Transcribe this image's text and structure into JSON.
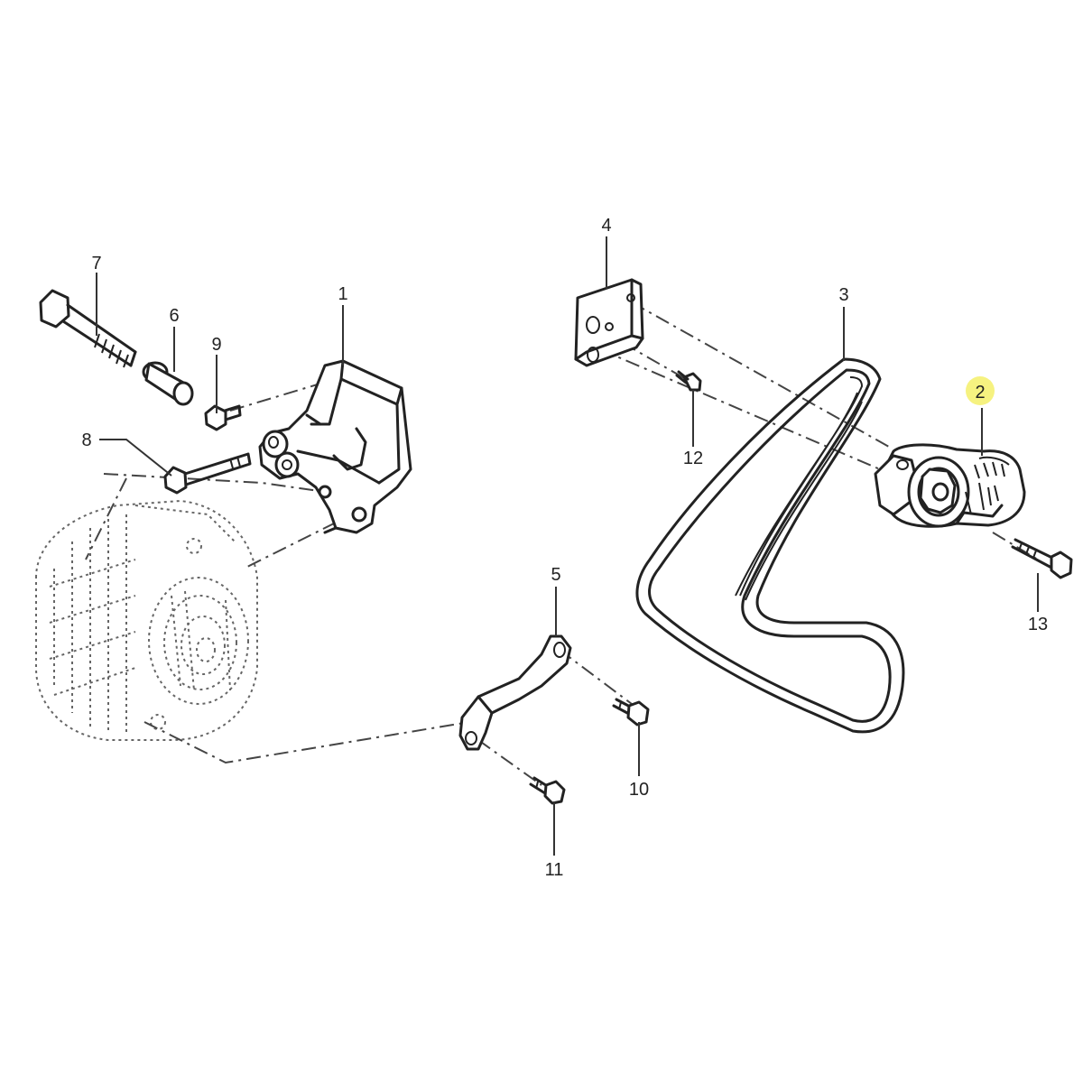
{
  "callouts": [
    {
      "id": "1",
      "label": "1",
      "highlighted": false
    },
    {
      "id": "2",
      "label": "2",
      "highlighted": true
    },
    {
      "id": "3",
      "label": "3",
      "highlighted": false
    },
    {
      "id": "4",
      "label": "4",
      "highlighted": false
    },
    {
      "id": "5",
      "label": "5",
      "highlighted": false
    },
    {
      "id": "6",
      "label": "6",
      "highlighted": false
    },
    {
      "id": "7",
      "label": "7",
      "highlighted": false
    },
    {
      "id": "8",
      "label": "8",
      "highlighted": false
    },
    {
      "id": "9",
      "label": "9",
      "highlighted": false
    },
    {
      "id": "10",
      "label": "10",
      "highlighted": false
    },
    {
      "id": "11",
      "label": "11",
      "highlighted": false
    },
    {
      "id": "12",
      "label": "12",
      "highlighted": false
    },
    {
      "id": "13",
      "label": "13",
      "highlighted": false
    }
  ],
  "colors": {
    "ink": "#222222",
    "highlight": "#f4f06a",
    "background": "#ffffff"
  }
}
